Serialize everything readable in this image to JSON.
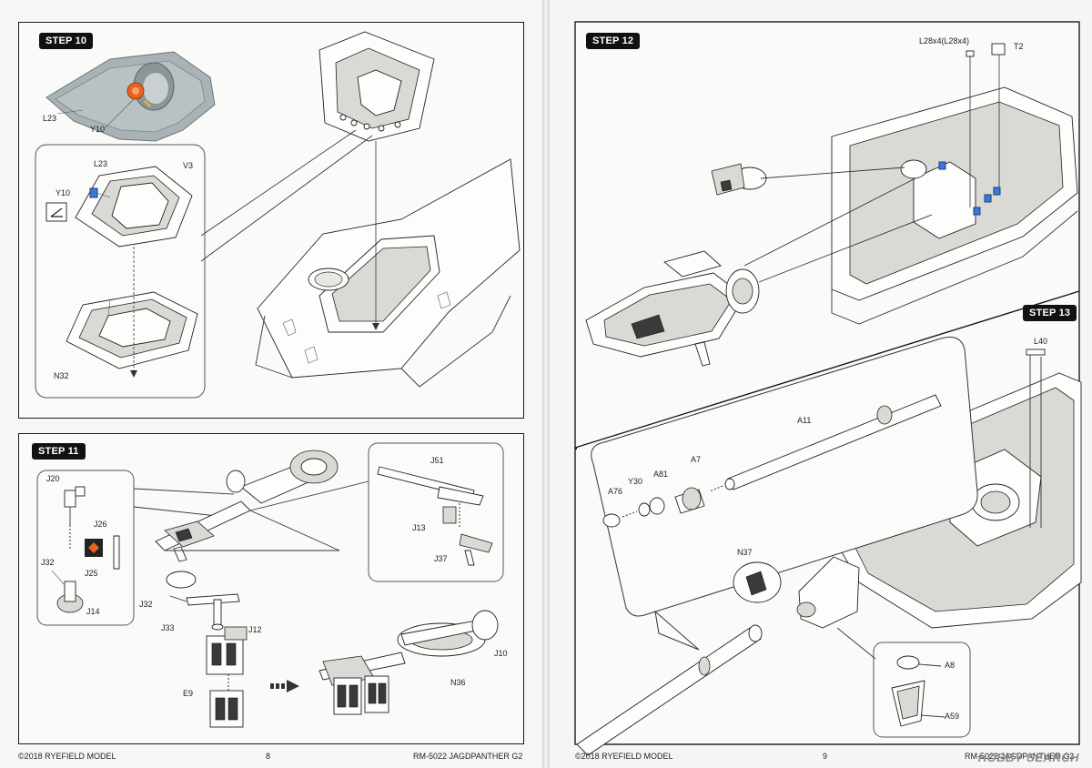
{
  "left_page": {
    "step10": {
      "badge": "STEP 10",
      "labels": {
        "l23_a": "L23",
        "y10_a": "Y10",
        "l23_b": "L23",
        "v3": "V3",
        "y10_b": "Y10",
        "n32": "N32"
      },
      "icon": "glue-icon"
    },
    "step11": {
      "badge": "STEP 11",
      "labels": {
        "j20": "J20",
        "j26": "J26",
        "j32_a": "J32",
        "j25": "J25",
        "j14": "J14",
        "j51": "J51",
        "j13": "J13",
        "j37": "J37",
        "j32_b": "J32",
        "j33": "J33",
        "j12": "J12",
        "e9": "E9",
        "n36": "N36",
        "j10": "J10"
      },
      "icon": "optional-parts-icon"
    },
    "footer": {
      "copyright": "©2018 RYEFIELD MODEL",
      "page_number": "8",
      "model": "RM-5022 JAGDPANTHER G2"
    }
  },
  "right_page": {
    "step12": {
      "badge": "STEP 12",
      "labels": {
        "l28": "L28x4(L28x4)",
        "t2": "T2"
      }
    },
    "step13": {
      "badge": "STEP 13",
      "labels": {
        "l40": "L40",
        "a11": "A11",
        "a76": "A76",
        "y30": "Y30",
        "a81": "A81",
        "a7": "A7",
        "n37": "N37",
        "a8": "A8",
        "a59": "A59"
      }
    },
    "footer": {
      "copyright": "©2018 RYEFIELD MODEL",
      "page_number": "9",
      "model": "RM-5022 JAGDPANTHER G2"
    },
    "watermark": "HOBBY SEARCH"
  },
  "colors": {
    "badge_bg": "#111111",
    "accent_orange": "#e8641e",
    "accent_blue": "#3a78d8",
    "part_grey": "#a9b3b6"
  }
}
